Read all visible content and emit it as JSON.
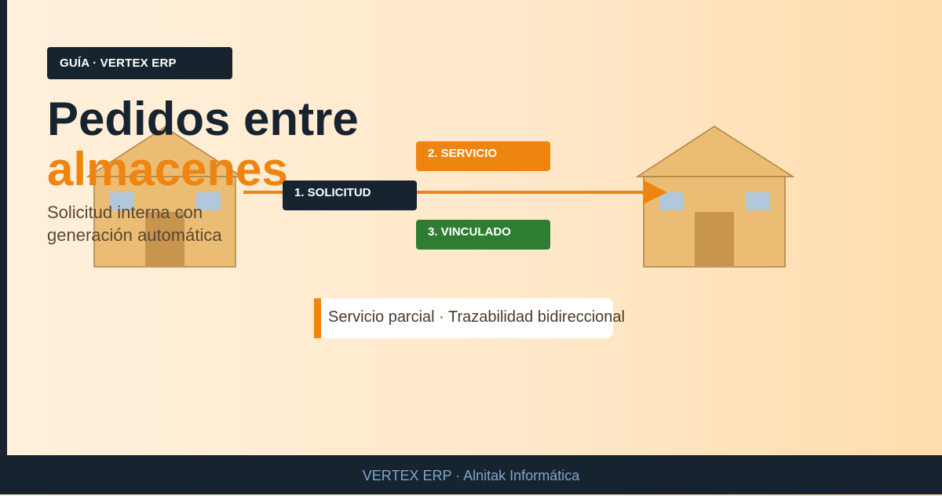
{
  "badge": {
    "label": "GUÍA · VERTEX ERP"
  },
  "hero": {
    "title_line1": "Pedidos entre",
    "title_line2": "almacenes",
    "subtitle": "Solicitud interna con generación automática"
  },
  "flow": {
    "steps": [
      {
        "label": "1. SOLICITUD",
        "color": "#172430"
      },
      {
        "label": "2. SERVICIO",
        "color": "#ef8511"
      },
      {
        "label": "3. VINCULADO",
        "color": "#2e7d32"
      }
    ],
    "arrow_color": "#ef8511"
  },
  "note": {
    "text": "Servicio parcial · Trazabilidad bidireccional"
  },
  "footer": {
    "text": "VERTEX ERP · Alnitak Informática"
  },
  "colors": {
    "navy": "#172430",
    "orange": "#ef8511",
    "green": "#2e7d32",
    "house_wall": "#ebbd74",
    "house_door": "#c8954f",
    "house_window": "#b1c7dc"
  }
}
